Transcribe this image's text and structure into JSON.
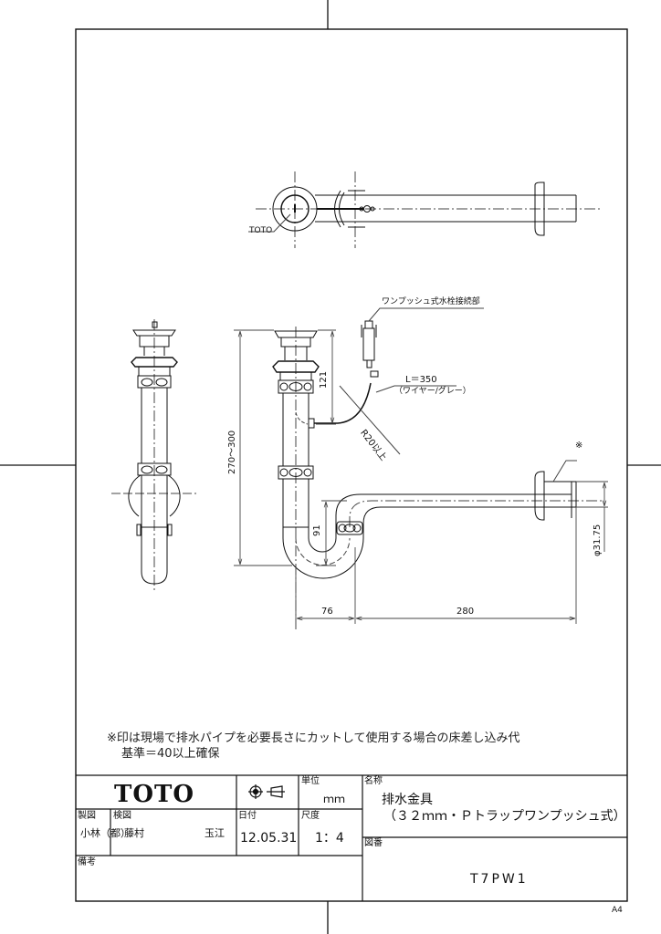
{
  "sheet": {
    "paper_size": "A4"
  },
  "drawing": {
    "plan_view": {
      "callout_label": "TOTO"
    },
    "front_view": {
      "callout_connection": "ワンプッシュ式水栓接続部",
      "wire_length": "L＝350",
      "wire_note": "（ワイヤー/グレー）",
      "bend_radius": "R20以上",
      "dim_height_total": "270～300",
      "dim_height_upper": "121",
      "dim_trap_depth": "91",
      "dim_horizontal_offset": "76",
      "dim_horizontal_length": "280",
      "dim_pipe_diameter": "φ31.75",
      "cut_mark": "※"
    }
  },
  "notes": {
    "line1": "※印は現場で排水パイプを必要長さにカットして使用する場合の床差し込み代",
    "line2": "基準＝40以上確保"
  },
  "title_block": {
    "brand": "TOTO",
    "projection_symbol": "third-angle-projection-icon",
    "unit_label": "単位",
    "unit_value": "ｍｍ",
    "name_label": "名称",
    "name_line1": "排水金具",
    "name_line2": "（３２ｍｍ・Ｐトラップワンプッシュ式）",
    "drawn_label": "製図",
    "drawn_value": "小林（都）",
    "checked_label": "検図",
    "checked_value_a": "藤村",
    "checked_value_b": "玉江",
    "date_label": "日付",
    "date_value": "12.05.31",
    "scale_label": "尺度",
    "scale_value": "1：4",
    "drawing_no_label": "図番",
    "drawing_no_value": "T7PW1",
    "remarks_label": "備考",
    "remarks_value": ""
  },
  "colors": {
    "line": "#111111",
    "dim": "#444444",
    "paper": "#ffffff"
  }
}
